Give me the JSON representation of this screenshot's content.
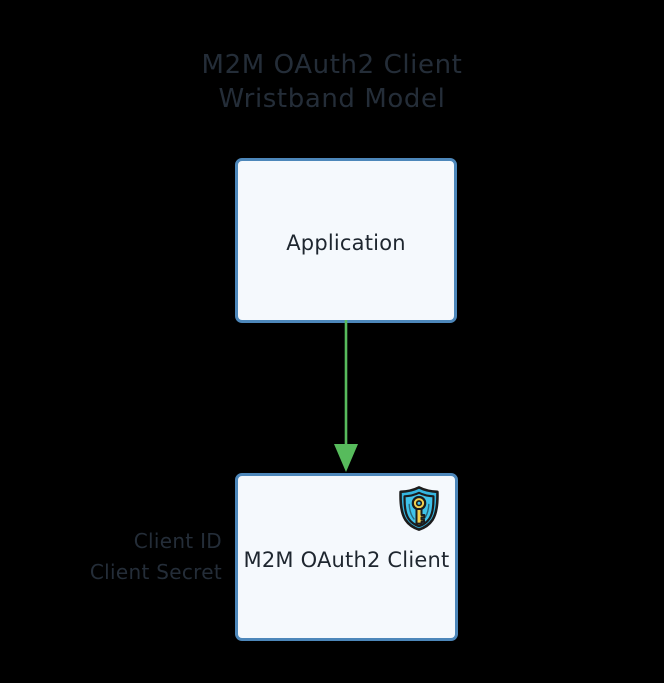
{
  "diagram": {
    "type": "flowchart",
    "background_color": "#000000",
    "title": {
      "line1": "M2M OAuth2 Client",
      "line2": "Wristband Model",
      "color": "#242d38"
    },
    "nodes": [
      {
        "id": "application",
        "label": "Application",
        "border_color": "#4d87ba",
        "fill_color": "#f5f9fd",
        "text_color": "#1e262f"
      },
      {
        "id": "m2m-oauth2-client",
        "label": "M2M OAuth2 Client",
        "border_color": "#4d87ba",
        "fill_color": "#f5f9fd",
        "text_color": "#1e262f",
        "badge_icon": "shield-key-icon"
      }
    ],
    "edges": [
      {
        "id": "application-to-client",
        "from": "application",
        "to": "m2m-oauth2-client",
        "direction": "down",
        "color": "#57bb5c",
        "label": ""
      }
    ],
    "annotations": {
      "credentials": {
        "line1": "Client ID",
        "line2": "Client Secret",
        "color": "#242d38"
      }
    },
    "icon_colors": {
      "shield_fill": "#35b6e0",
      "shield_inner": "#3fc3ea",
      "shield_outline": "#1f1f1f",
      "key_fill": "#f2d14f",
      "key_outline": "#1f1f1f"
    }
  }
}
